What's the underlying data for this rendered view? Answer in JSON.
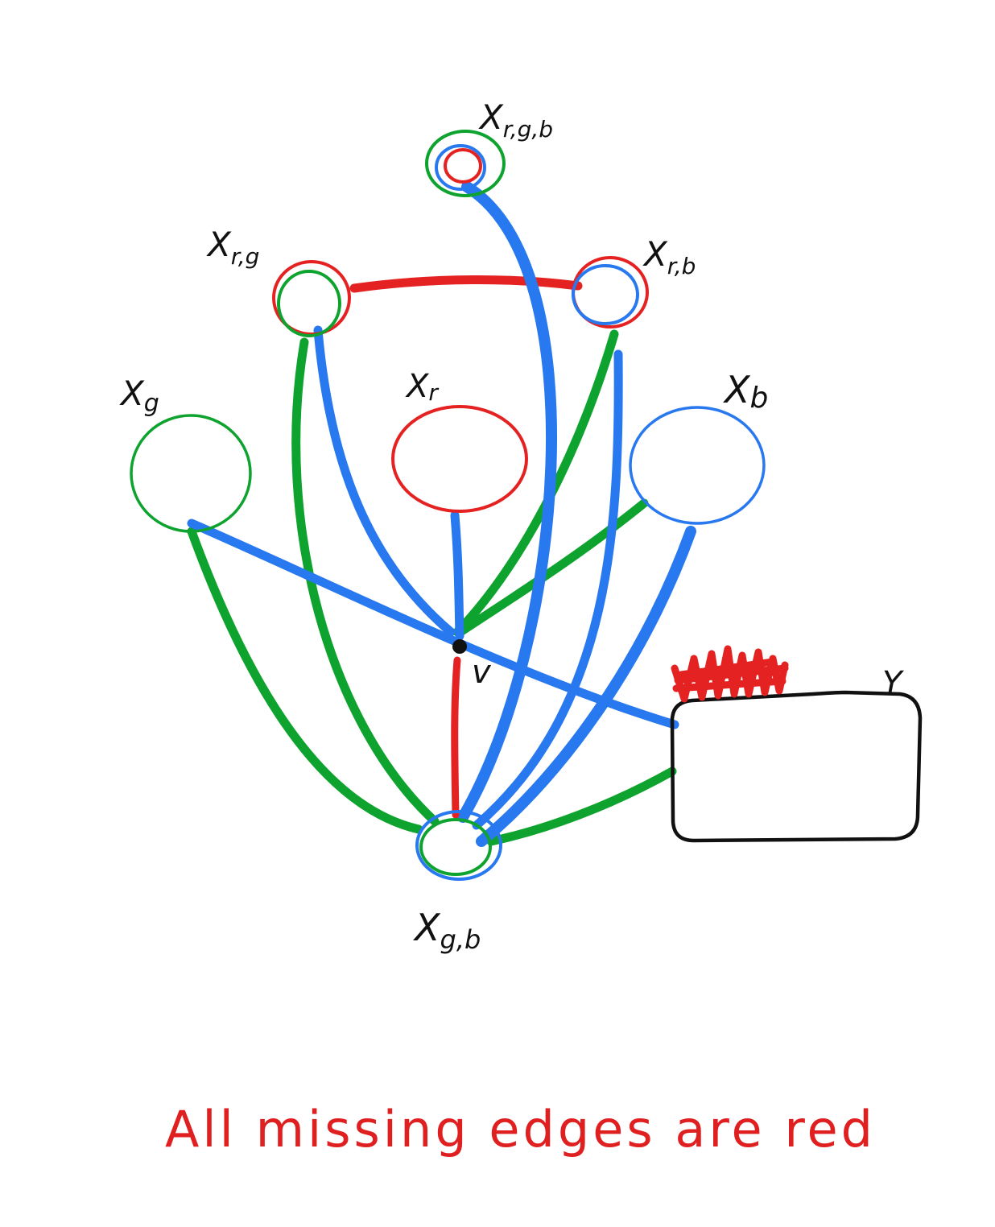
{
  "colors": {
    "red": "#e52222",
    "green": "#0ea32e",
    "blue": "#2878f0",
    "black": "#111111"
  },
  "nodes": {
    "x_rgb": {
      "label": "Xr,g,b",
      "sub": "r,g,b",
      "rings": [
        "green",
        "blue",
        "red"
      ]
    },
    "x_rg": {
      "label": "Xr,g",
      "sub": "r,g",
      "rings": [
        "red",
        "green"
      ]
    },
    "x_rb": {
      "label": "Xr,b",
      "sub": "r,b",
      "rings": [
        "red",
        "blue"
      ]
    },
    "x_g": {
      "label": "Xg",
      "sub": "g",
      "rings": [
        "green"
      ]
    },
    "x_r": {
      "label": "Xr",
      "sub": "r",
      "rings": [
        "red"
      ]
    },
    "x_b": {
      "label": "Xb",
      "sub": "b",
      "rings": [
        "blue"
      ]
    },
    "x_gb": {
      "label": "Xg,b",
      "sub": "g,b",
      "rings": [
        "green",
        "blue"
      ]
    },
    "v": {
      "label": "v"
    },
    "y": {
      "label": "Y"
    }
  },
  "edges": [
    {
      "from": "x_rg",
      "to": "x_rb",
      "color": "red",
      "missing": true
    },
    {
      "from": "v",
      "to": "x_gb",
      "color": "red",
      "missing": true
    },
    {
      "from": "y",
      "to": "x_r",
      "color": "red",
      "missing": true,
      "note": "scribble"
    },
    {
      "from": "x_rgb",
      "to": "x_gb",
      "color": "blue"
    },
    {
      "from": "x_rg",
      "to": "v",
      "color": "blue"
    },
    {
      "from": "x_rg",
      "to": "x_gb",
      "color": "green"
    },
    {
      "from": "x_rb",
      "to": "v",
      "color": "green"
    },
    {
      "from": "x_rb",
      "to": "x_gb",
      "color": "blue"
    },
    {
      "from": "x_g",
      "to": "y",
      "color": "blue"
    },
    {
      "from": "x_g",
      "to": "x_gb",
      "color": "green"
    },
    {
      "from": "x_r",
      "to": "v",
      "color": "blue"
    },
    {
      "from": "x_b",
      "to": "v",
      "color": "green"
    },
    {
      "from": "x_b",
      "to": "x_gb",
      "color": "blue"
    },
    {
      "from": "y",
      "to": "x_gb",
      "color": "green"
    }
  ],
  "footer": "All missing edges are red"
}
